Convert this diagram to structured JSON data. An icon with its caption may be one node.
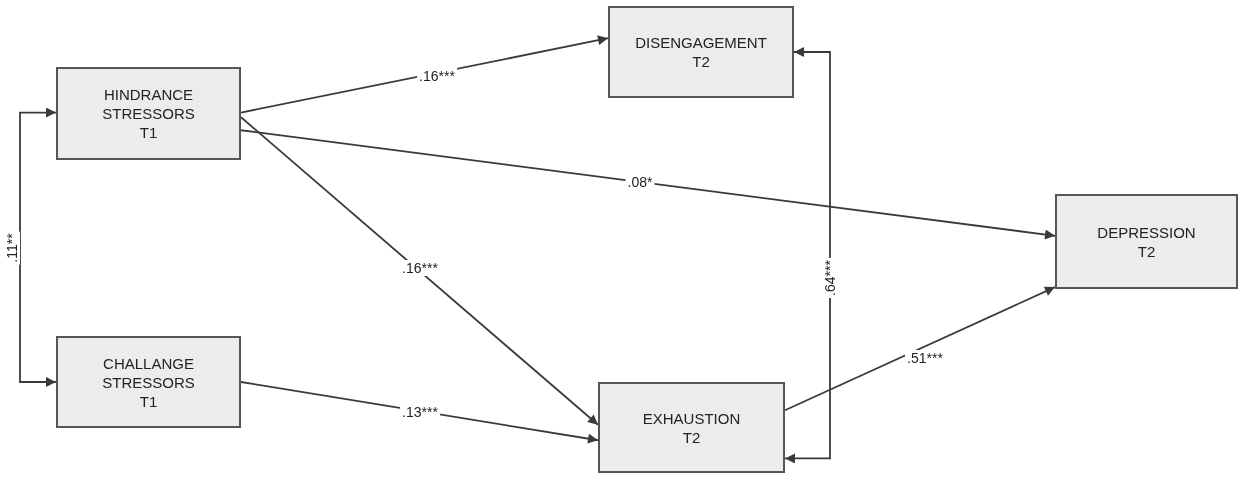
{
  "diagram": {
    "nodes": [
      {
        "text": [
          "HINDRANCE STRESSORS",
          "T1"
        ]
      },
      {
        "text": [
          "DISENGAGEMENT",
          "T2"
        ]
      },
      {
        "text": [
          "DEPRESSION",
          "T2"
        ]
      },
      {
        "text": [
          "CHALLANGE STRESSORS",
          "T1"
        ]
      },
      {
        "text": [
          "EXHAUSTION",
          "T2"
        ]
      }
    ],
    "edges": [
      {
        "from": 0,
        "to": 1,
        "arrow": "to",
        "label": ".16***"
      },
      {
        "from": 0,
        "to": 2,
        "arrow": "to",
        "label": ".08*"
      },
      {
        "from": 0,
        "to": 4,
        "arrow": "to",
        "label": ".16***"
      },
      {
        "from": 3,
        "to": 4,
        "arrow": "to",
        "label": ".13***"
      },
      {
        "from": 4,
        "to": 2,
        "arrow": "to",
        "label": ".51***"
      },
      {
        "from": 0,
        "to": 3,
        "arrow": "both",
        "label": ".11**"
      },
      {
        "from": 1,
        "to": 4,
        "arrow": "both",
        "label": ".64***"
      }
    ]
  }
}
